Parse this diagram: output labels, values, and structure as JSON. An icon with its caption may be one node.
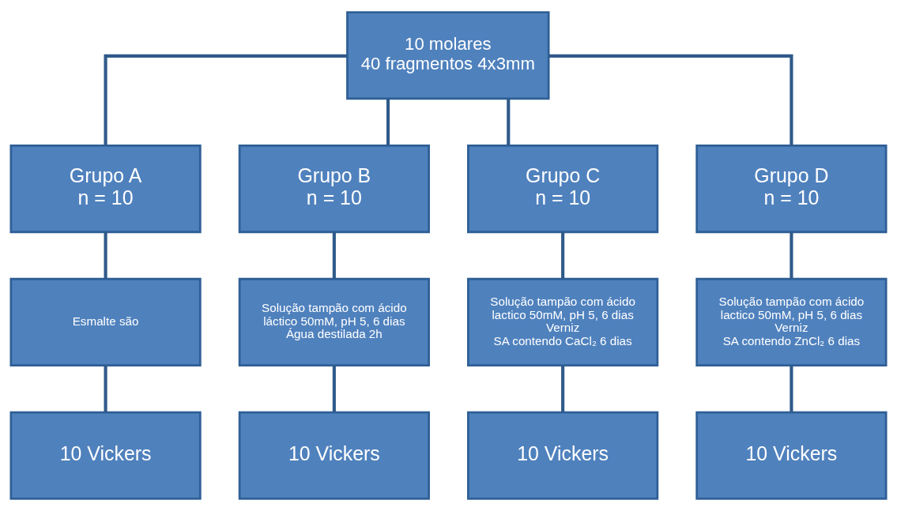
{
  "diagram": {
    "nodes": [
      {
        "text": [
          "10 molares",
          "40 fragmentos 4x3mm"
        ]
      },
      {
        "text": [
          "Grupo A",
          "n = 10"
        ]
      },
      {
        "text": [
          "Grupo B",
          "n = 10"
        ]
      },
      {
        "text": [
          "Grupo C",
          "n = 10"
        ]
      },
      {
        "text": [
          "Grupo D",
          "n = 10"
        ]
      },
      {
        "text": [
          "Esmalte são"
        ]
      },
      {
        "text": [
          "Solução tampão com ácido láctico 50mM, pH 5, 6 dias",
          "Água destilada 2h"
        ]
      },
      {
        "text": [
          "Solução tampão com ácido lactico 50mM, pH 5, 6 dias",
          "Verniz",
          "SA contendo CaCl₂ 6 dias"
        ]
      },
      {
        "text": [
          "Solução tampão com ácido lactico 50mM, pH 5, 6 dias",
          "Verniz",
          "SA contendo ZnCl₂ 6 dias"
        ]
      },
      {
        "text": [
          "10 Vickers"
        ]
      },
      {
        "text": [
          "10 Vickers"
        ]
      },
      {
        "text": [
          "10 Vickers"
        ]
      },
      {
        "text": [
          "10 Vickers"
        ]
      }
    ],
    "edges": [
      {
        "from": 0,
        "to": 1,
        "arrow": "none"
      },
      {
        "from": 0,
        "to": 2,
        "arrow": "none"
      },
      {
        "from": 0,
        "to": 3,
        "arrow": "none"
      },
      {
        "from": 0,
        "to": 4,
        "arrow": "none"
      },
      {
        "from": 1,
        "to": 5,
        "arrow": "none"
      },
      {
        "from": 2,
        "to": 6,
        "arrow": "none"
      },
      {
        "from": 3,
        "to": 7,
        "arrow": "none"
      },
      {
        "from": 4,
        "to": 8,
        "arrow": "none"
      },
      {
        "from": 5,
        "to": 9,
        "arrow": "none"
      },
      {
        "from": 6,
        "to": 10,
        "arrow": "none"
      },
      {
        "from": 7,
        "to": 11,
        "arrow": "none"
      },
      {
        "from": 8,
        "to": 12,
        "arrow": "none"
      }
    ]
  }
}
